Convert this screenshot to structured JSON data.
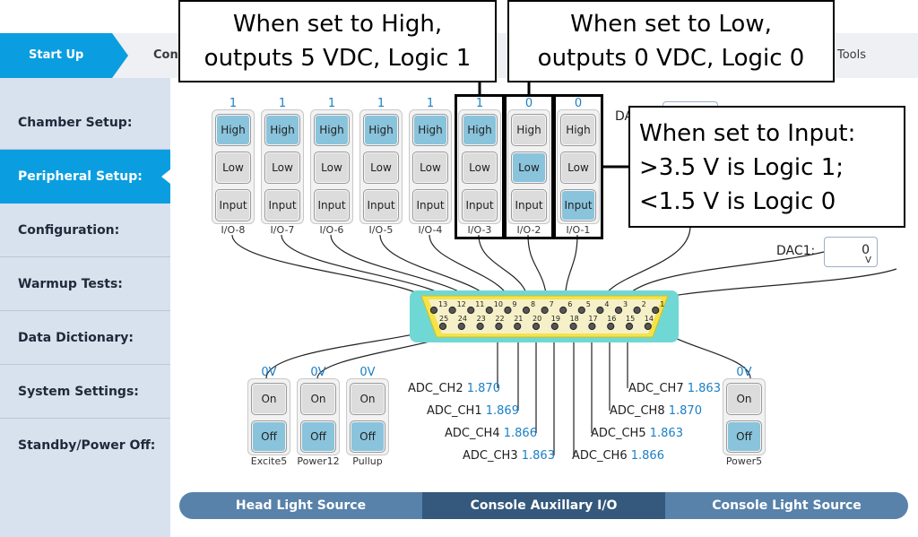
{
  "top_tabs": {
    "startup": "Start Up",
    "console_partial": "Cons",
    "tools": "Tools"
  },
  "sidebar": {
    "items": [
      {
        "label": "Chamber Setup:",
        "active": false
      },
      {
        "label": "Peripheral Setup:",
        "active": true
      },
      {
        "label": "Configuration:",
        "active": false
      },
      {
        "label": "Warmup Tests:",
        "active": false
      },
      {
        "label": "Data Dictionary:",
        "active": false
      },
      {
        "label": "System Settings:",
        "active": false
      },
      {
        "label": "Standby/Power Off:",
        "active": false
      }
    ]
  },
  "callouts": {
    "high": [
      "When set to High,",
      "outputs 5 VDC, Logic 1"
    ],
    "low": [
      "When set to Low,",
      "outputs 0 VDC, Logic 0"
    ],
    "input": [
      "When set to Input:",
      ">3.5 V is Logic 1;",
      "<1.5 V is Logic 0"
    ]
  },
  "io_buttons": {
    "high": "High",
    "low": "Low",
    "input": "Input"
  },
  "io": [
    {
      "name": "I/O-8",
      "value": "1",
      "state": "high"
    },
    {
      "name": "I/O-7",
      "value": "1",
      "state": "high"
    },
    {
      "name": "I/O-6",
      "value": "1",
      "state": "high"
    },
    {
      "name": "I/O-5",
      "value": "1",
      "state": "high"
    },
    {
      "name": "I/O-4",
      "value": "1",
      "state": "high"
    },
    {
      "name": "I/O-3",
      "value": "1",
      "state": "high"
    },
    {
      "name": "I/O-2",
      "value": "0",
      "state": "low"
    },
    {
      "name": "I/O-1",
      "value": "0",
      "state": "input"
    }
  ],
  "dac_partial_label": "DA",
  "dac1": {
    "label": "DAC1:",
    "value": "0",
    "unit": "V"
  },
  "connector": {
    "top_pins": [
      "13",
      "12",
      "11",
      "10",
      "9",
      "8",
      "7",
      "6",
      "5",
      "4",
      "3",
      "2",
      "1"
    ],
    "bottom_pins": [
      "25",
      "24",
      "23",
      "22",
      "21",
      "20",
      "19",
      "18",
      "17",
      "16",
      "15",
      "14"
    ]
  },
  "power_buttons": {
    "on": "On",
    "off": "Off"
  },
  "power": [
    {
      "name": "Excite5",
      "value": "0V",
      "state": "off"
    },
    {
      "name": "Power12",
      "value": "0V",
      "state": "off"
    },
    {
      "name": "Pullup",
      "value": "0V",
      "state": "off"
    },
    {
      "name": "Power5",
      "value": "0V",
      "state": "off"
    }
  ],
  "adc": [
    {
      "label": "ADC_CH2",
      "value": "1.870"
    },
    {
      "label": "ADC_CH1",
      "value": "1.869"
    },
    {
      "label": "ADC_CH4",
      "value": "1.866"
    },
    {
      "label": "ADC_CH3",
      "value": "1.863"
    },
    {
      "label": "ADC_CH7",
      "value": "1.863"
    },
    {
      "label": "ADC_CH8",
      "value": "1.870"
    },
    {
      "label": "ADC_CH5",
      "value": "1.863"
    },
    {
      "label": "ADC_CH6",
      "value": "1.866"
    }
  ],
  "bottom_tabs": [
    {
      "label": "Head Light Source",
      "active": false
    },
    {
      "label": "Console Auxillary I/O",
      "active": true
    },
    {
      "label": "Console Light Source",
      "active": false
    }
  ],
  "colors": {
    "accent": "#0a9ee0",
    "connector_ring": "#6fd8d4",
    "connector_body": "#f4e34a",
    "value_blue": "#1a7fc4"
  }
}
